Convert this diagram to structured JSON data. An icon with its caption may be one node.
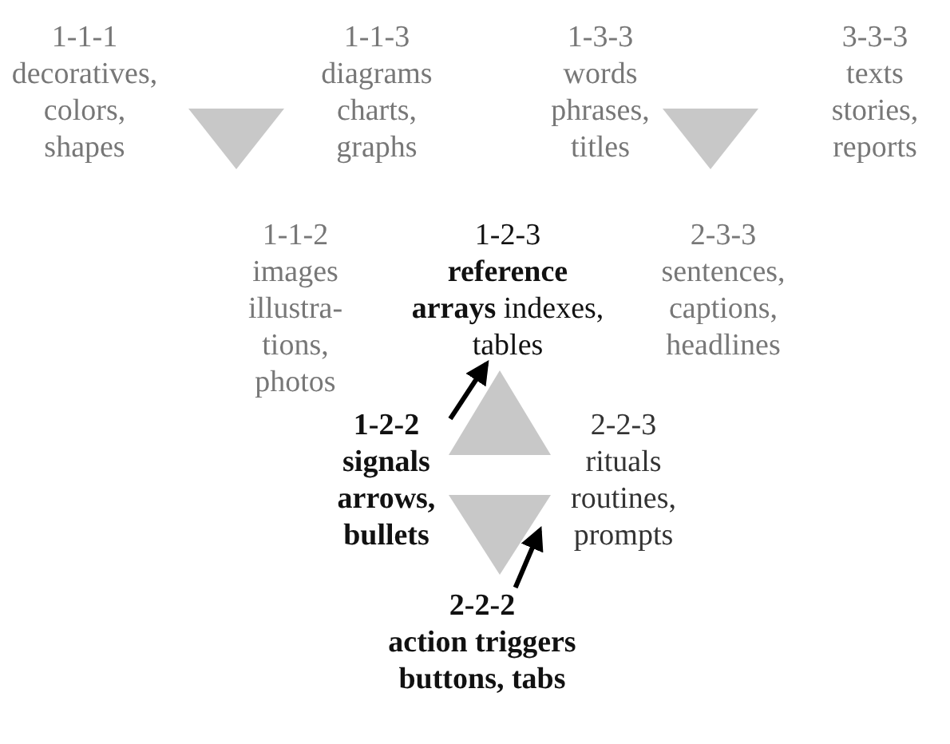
{
  "diagram": {
    "nodes": [
      {
        "text": [
          "1-1-1",
          "decoratives, colors, shapes"
        ]
      },
      {
        "text": [
          "1-1-3",
          "diagrams charts, graphs"
        ]
      },
      {
        "text": [
          "1-3-3",
          "words phrases, titles"
        ]
      },
      {
        "text": [
          "3-3-3",
          "texts stories, reports"
        ]
      },
      {
        "text": [
          "1-1-2",
          "images illustra- tions, photos"
        ]
      },
      {
        "text": [
          "1-2-3",
          "**reference arrays** indexes, tables"
        ]
      },
      {
        "text": [
          "2-3-3",
          "sentences, captions, headlines"
        ]
      },
      {
        "text": [
          "1-2-2",
          "signals arrows, bullets"
        ]
      },
      {
        "text": [
          "2-2-3",
          "rituals routines, prompts"
        ]
      },
      {
        "text": [
          "2-2-2",
          "action triggers buttons, tabs"
        ]
      }
    ],
    "edges": [
      {
        "from": 7,
        "to": 5,
        "arrow": "to"
      },
      {
        "from": 9,
        "to": 8,
        "arrow": "to"
      }
    ]
  }
}
